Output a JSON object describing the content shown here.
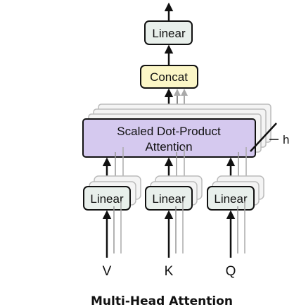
{
  "diagram": {
    "top_linear_label": "Linear",
    "concat_label": "Concat",
    "attention_line1": "Scaled Dot-Product",
    "attention_line2": "Attention",
    "heads_label": "h",
    "linear_v_label": "Linear",
    "linear_k_label": "Linear",
    "linear_q_label": "Linear",
    "input_v": "V",
    "input_k": "K",
    "input_q": "Q",
    "caption": "Multi-Head Attention"
  },
  "colors": {
    "linear_fill": "#e8efeb",
    "concat_fill": "#fbf6c6",
    "attention_fill": "#d5c9ef",
    "stroke": "#111111",
    "shadow_stroke": "#aaaaaa"
  }
}
